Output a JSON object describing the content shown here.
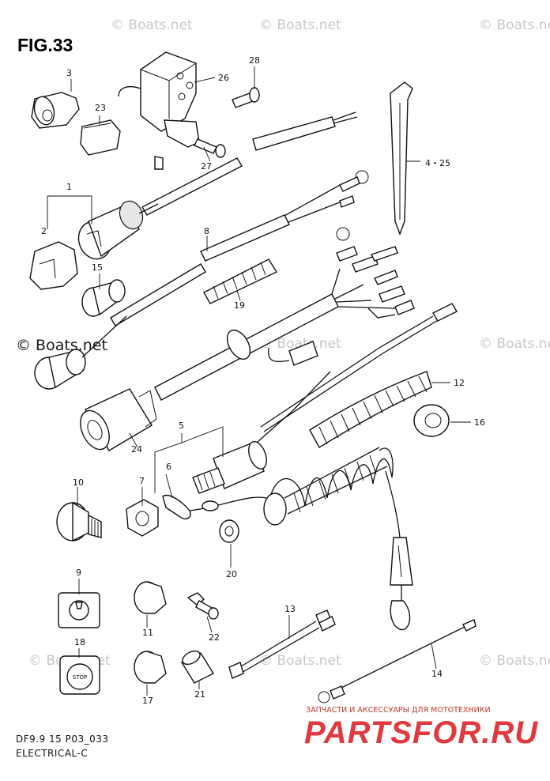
{
  "figure": {
    "title": "FIG.33",
    "model_code": "DF9.9 15 P03_033",
    "section": "ELECTRICAL-C"
  },
  "watermarks": {
    "text": "© Boats.net"
  },
  "shop_banner": {
    "tagline": "ЗАПЧАСТИ И АКСЕССУАРЫ ДЛЯ МОТОТЕХНИКИ",
    "logo": "PARTSFOR.RU",
    "logo_color": "#e0393e"
  },
  "part_labels": {
    "p1": "1",
    "p2": "2",
    "p3": "3",
    "p4_25": "4・25",
    "p5": "5",
    "p6": "6",
    "p7": "7",
    "p8": "8",
    "p9": "9",
    "p10": "10",
    "p11": "11",
    "p12": "12",
    "p13": "13",
    "p14": "14",
    "p15": "15",
    "p16": "16",
    "p17": "17",
    "p18": "18",
    "p19": "19",
    "p20": "20",
    "p21": "21",
    "p22": "22",
    "p23": "23",
    "p24": "24",
    "p26": "26",
    "p27": "27",
    "p28": "28"
  },
  "switch_plate_text": "STOP"
}
